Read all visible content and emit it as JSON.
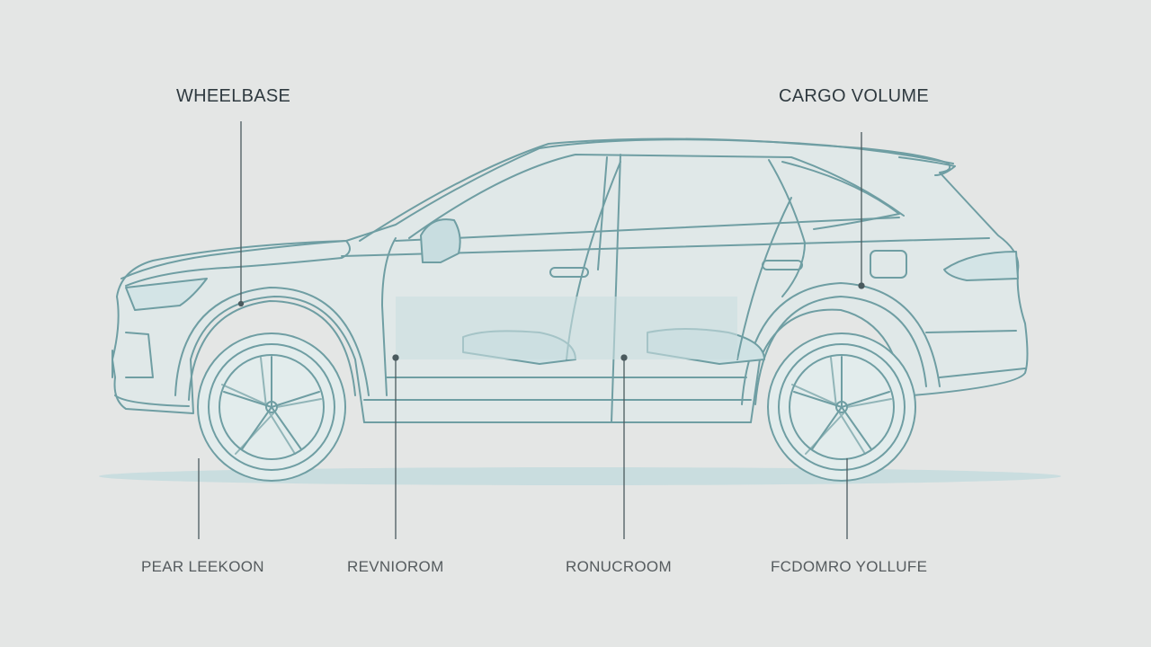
{
  "diagram": {
    "subject": "SUV side profile line drawing",
    "colors": {
      "background": "#e4e6e5",
      "line": "#6f9ea3",
      "fill": "#d3e4e6",
      "leader": "#4a5a5e",
      "label": "#3d4448"
    },
    "labels_top": [
      {
        "text": "WHEELBASE"
      },
      {
        "text": "CARGO VOLUME"
      }
    ],
    "labels_bottom": [
      {
        "text": "PEAR LEEKOON"
      },
      {
        "text": "REVNIOROM"
      },
      {
        "text": "RONUCROOM"
      },
      {
        "text": "FCDOMRO YOLLUFE"
      }
    ]
  }
}
